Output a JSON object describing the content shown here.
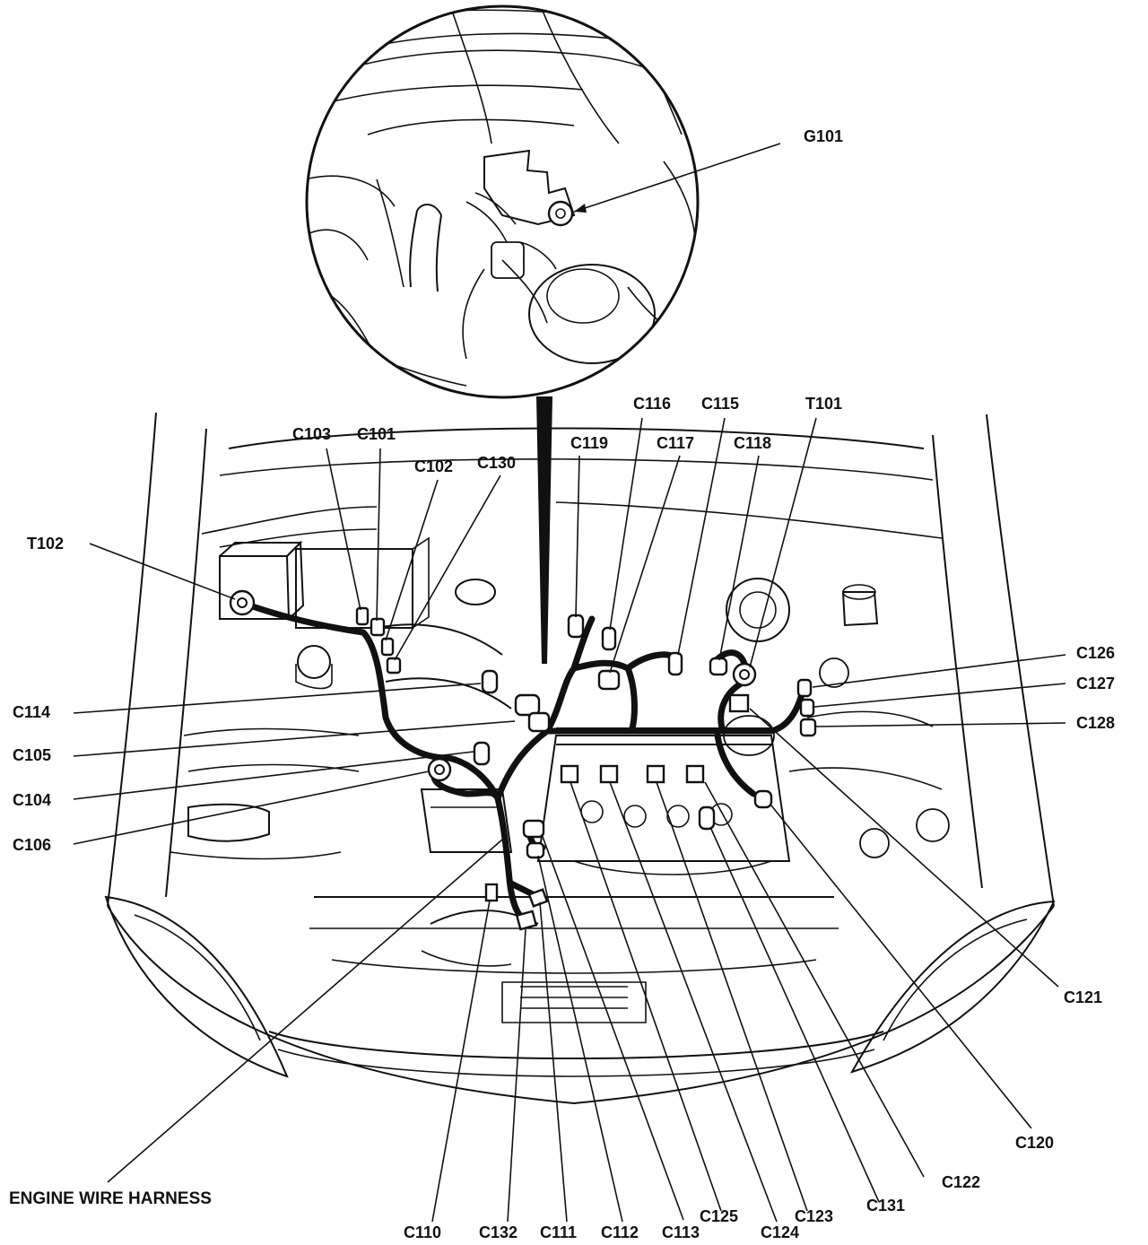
{
  "diagram": {
    "harness_label": "ENGINE WIRE HARNESS",
    "labels": {
      "G101": "G101",
      "T101": "T101",
      "T102": "T102",
      "C101": "C101",
      "C102": "C102",
      "C103": "C103",
      "C104": "C104",
      "C105": "C105",
      "C106": "C106",
      "C110": "C110",
      "C111": "C111",
      "C112": "C112",
      "C113": "C113",
      "C114": "C114",
      "C115": "C115",
      "C116": "C116",
      "C117": "C117",
      "C118": "C118",
      "C119": "C119",
      "C120": "C120",
      "C121": "C121",
      "C122": "C122",
      "C123": "C123",
      "C124": "C124",
      "C125": "C125",
      "C126": "C126",
      "C127": "C127",
      "C128": "C128",
      "C130": "C130",
      "C131": "C131",
      "C132": "C132"
    }
  }
}
